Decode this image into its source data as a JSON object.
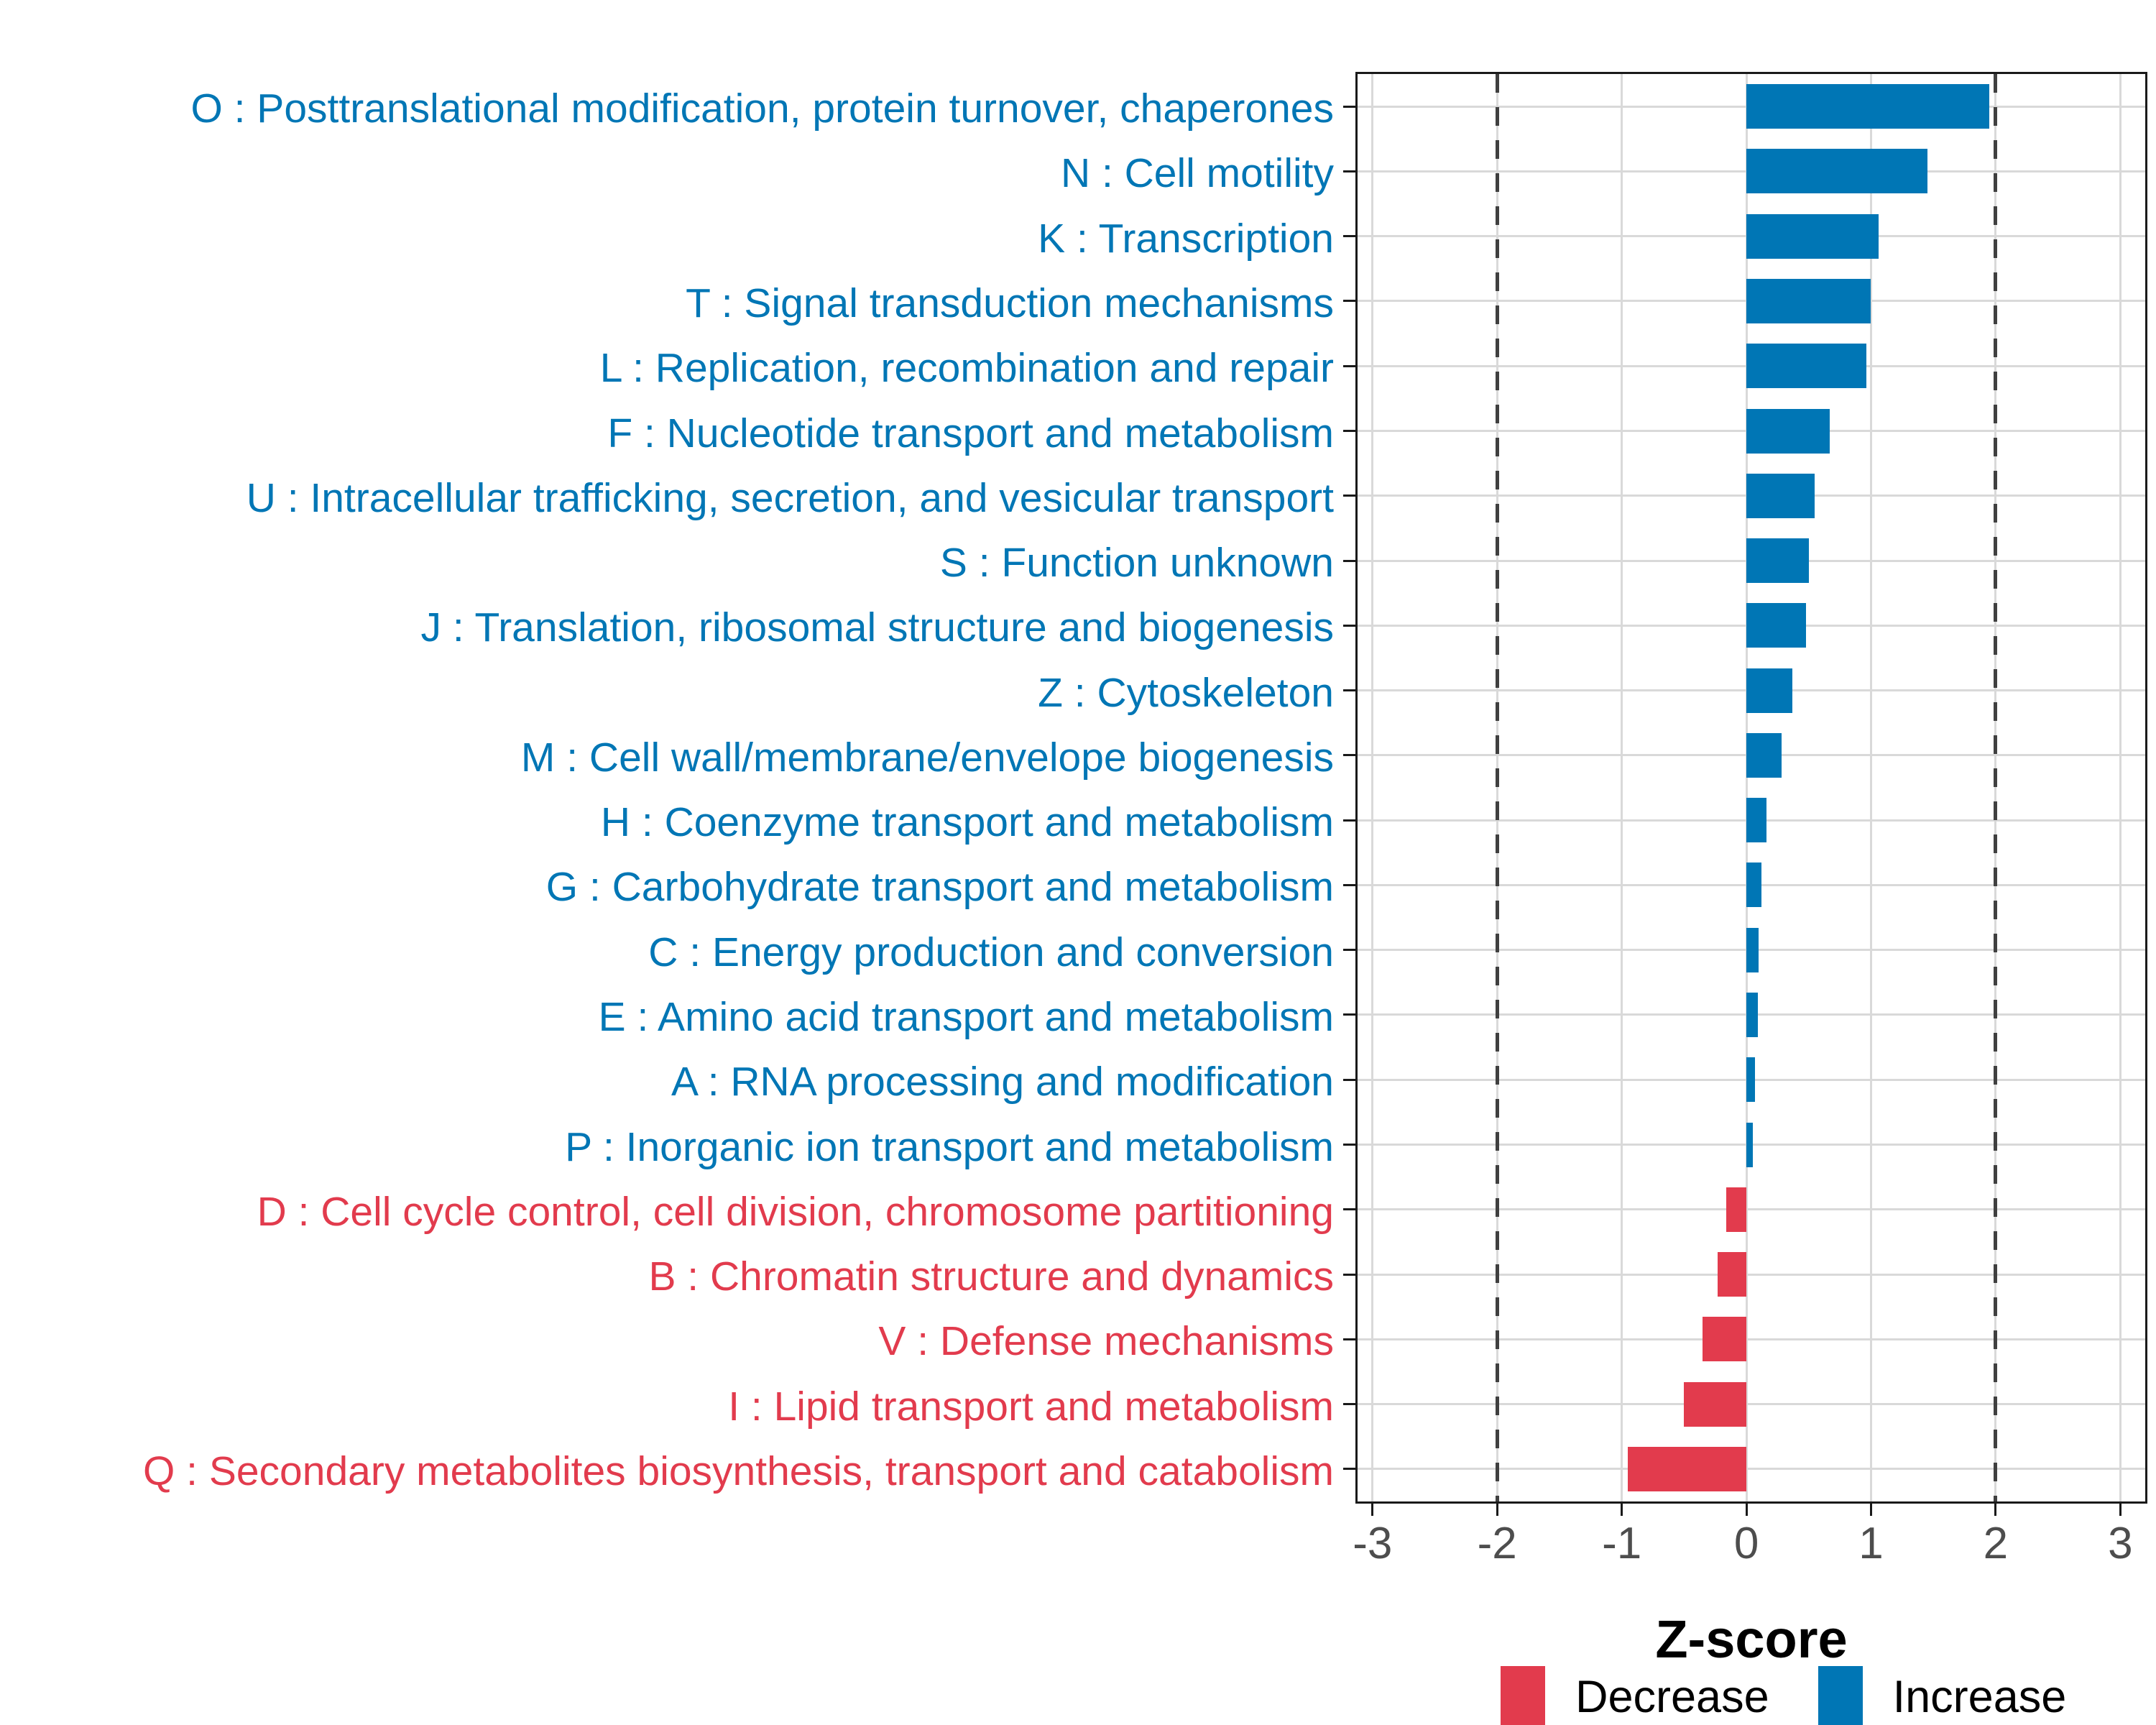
{
  "chart_data": {
    "type": "bar",
    "orientation": "horizontal",
    "title": "",
    "xlabel": "Z-score",
    "ylabel": "",
    "xlim": [
      -3.12,
      3.2
    ],
    "x_ticks": [
      -3,
      -2,
      -1,
      0,
      1,
      2,
      3
    ],
    "x_tick_labels": [
      "-3",
      "-2",
      "-1",
      "0",
      "1",
      "2",
      "3"
    ],
    "reference_lines_dashed": [
      -2,
      2
    ],
    "grid": true,
    "legend_position": "bottom-right",
    "categories": [
      "O : Posttranslational modification, protein turnover, chaperones",
      "N : Cell motility",
      "K : Transcription",
      "T : Signal transduction mechanisms",
      "L : Replication, recombination and repair",
      "F : Nucleotide transport and metabolism",
      "U : Intracellular trafficking, secretion, and vesicular transport",
      "S : Function unknown",
      "J : Translation, ribosomal structure and biogenesis",
      "Z : Cytoskeleton",
      "M : Cell wall/membrane/envelope biogenesis",
      "H : Coenzyme transport and metabolism",
      "G : Carbohydrate transport and metabolism",
      "C : Energy production and conversion",
      "E : Amino acid transport and metabolism",
      "A : RNA processing and modification",
      "P : Inorganic ion transport and metabolism",
      "D : Cell cycle control, cell division, chromosome partitioning",
      "B : Chromatin structure and dynamics",
      "V : Defense mechanisms",
      "I : Lipid transport and metabolism",
      "Q : Secondary metabolites biosynthesis, transport and catabolism"
    ],
    "values": [
      1.95,
      1.45,
      1.06,
      1.0,
      0.96,
      0.67,
      0.55,
      0.5,
      0.48,
      0.37,
      0.28,
      0.16,
      0.12,
      0.1,
      0.09,
      0.07,
      0.05,
      -0.16,
      -0.23,
      -0.35,
      -0.5,
      -0.95
    ],
    "directions": [
      "Increase",
      "Increase",
      "Increase",
      "Increase",
      "Increase",
      "Increase",
      "Increase",
      "Increase",
      "Increase",
      "Increase",
      "Increase",
      "Increase",
      "Increase",
      "Increase",
      "Increase",
      "Increase",
      "Increase",
      "Decrease",
      "Decrease",
      "Decrease",
      "Decrease",
      "Decrease"
    ]
  },
  "colors": {
    "increase": "#0076B5",
    "decrease": "#E23B4D",
    "grid": "#d9d9d9",
    "reference_line": "#404040",
    "axis_text": "#4d4d4d",
    "panel_border": "#1a1a1a"
  },
  "legend": {
    "decrease_label": "Decrease",
    "increase_label": "Increase"
  }
}
